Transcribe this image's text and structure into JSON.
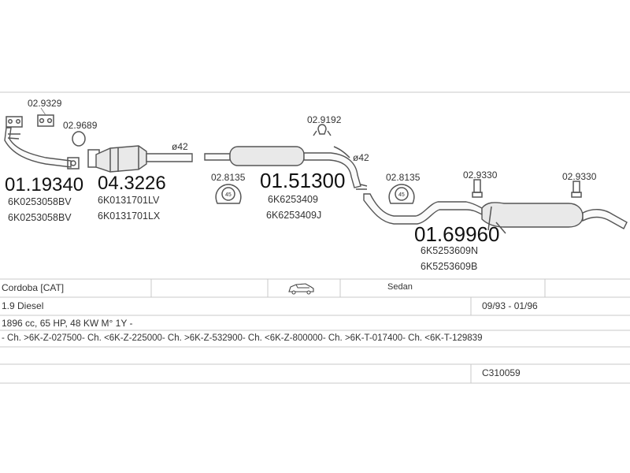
{
  "parts": {
    "gasket_top": "02.9329",
    "ring_left": "02.9689",
    "front_pipe": {
      "code": "01.19340",
      "oem1": "6K0253058BV",
      "oem2": "6K0253058BV"
    },
    "catalyst": {
      "code": "04.3226",
      "oem1": "6K0131701LV",
      "oem2": "6K0131701LX",
      "dia": "ø42"
    },
    "hanger_1": {
      "code": "02.8135",
      "ring": "45"
    },
    "center": {
      "code": "01.51300",
      "oem1": "6K6253409",
      "oem2": "6K6253409J"
    },
    "clamp_mid": "02.9192",
    "dia_mid": "ø42",
    "hanger_2": {
      "code": "02.8135",
      "ring": "45"
    },
    "bolt_1": "02.9330",
    "bolt_2": "02.9330",
    "rear": {
      "code": "01.69960",
      "oem1": "6K5253609N",
      "oem2": "6K5253609B"
    }
  },
  "table": {
    "model": "Cordoba  [CAT]",
    "body_type": "Sedan",
    "engine": "1.9 Diesel",
    "years": "09/93 - 01/96",
    "specs": "1896 cc, 65 HP, 48 KW M° 1Y -",
    "chassis": "- Ch. >6K-Z-027500- Ch. <6K-Z-225000- Ch. >6K-Z-532900- Ch. <6K-Z-800000- Ch. >6K-T-017400- Ch. <6K-T-129839",
    "system_code": "C310059"
  },
  "icons": {
    "car": "sedan-car-icon"
  }
}
